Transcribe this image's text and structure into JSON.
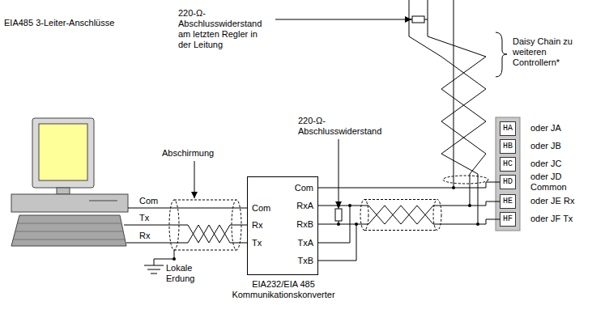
{
  "diagram": {
    "title": "EIA485 3-Leiter-Anschlüsse",
    "nodes": [
      {
        "text": [
          "EIA232/EIA 485 Kommunikationskonverter",
          "Com",
          "Rx",
          "Tx",
          "Com",
          "RxA",
          "RxB",
          "TxA",
          "TxB"
        ]
      },
      {
        "text": [
          "HA"
        ]
      },
      {
        "text": [
          "HB"
        ]
      },
      {
        "text": [
          "HC"
        ]
      },
      {
        "text": [
          "HD"
        ]
      },
      {
        "text": [
          "HE"
        ]
      },
      {
        "text": [
          "HF"
        ]
      }
    ],
    "edges": [
      {
        "from": 0,
        "to": 4,
        "arrow": "none"
      },
      {
        "from": 0,
        "to": 5,
        "arrow": "none"
      },
      {
        "from": 0,
        "to": 6,
        "arrow": "none"
      }
    ],
    "labels": [
      "Com",
      "Tx",
      "Rx",
      "Abschirmung",
      "Lokale Erdung",
      "220-Ω-Abschlusswiderstand am letzten Regler in der Leitung",
      "220-Ω-Abschlusswiderstand",
      "Daisy Chain zu weiteren Controllern*",
      "oder JA",
      "oder JB",
      "oder JC",
      "oder JD Common",
      "oder JE Rx",
      "oder JF Tx"
    ]
  }
}
